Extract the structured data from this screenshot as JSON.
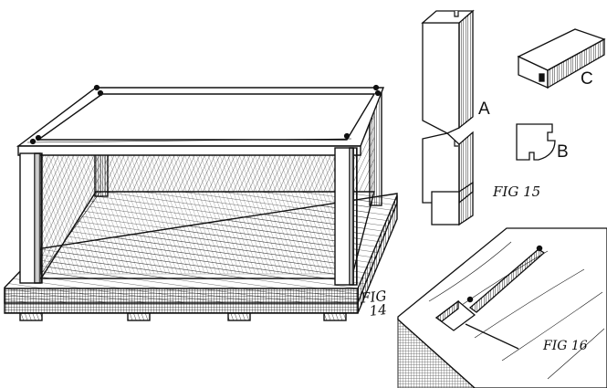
{
  "figures": [
    {
      "id": "fig14",
      "label_line1": "FIG",
      "label_line2": "14",
      "description": "Rectangular open frame (four corner posts with top rails) mounted on a planked base with four feet"
    },
    {
      "id": "fig15",
      "label": "FIG 15",
      "description": "Grooved corner post detail with profile sections",
      "parts": [
        {
          "letter": "A",
          "description": "Corner post with grooves, shown broken"
        },
        {
          "letter": "B",
          "description": "Cross-section profile of post"
        },
        {
          "letter": "C",
          "description": "Grooved rail piece"
        }
      ]
    },
    {
      "id": "fig16",
      "label": "FIG 16",
      "description": "Board corner with rebate/groove and mortise detail, pins at ends"
    }
  ],
  "colors": {
    "ink": "#111111",
    "paper": "#ffffff"
  }
}
